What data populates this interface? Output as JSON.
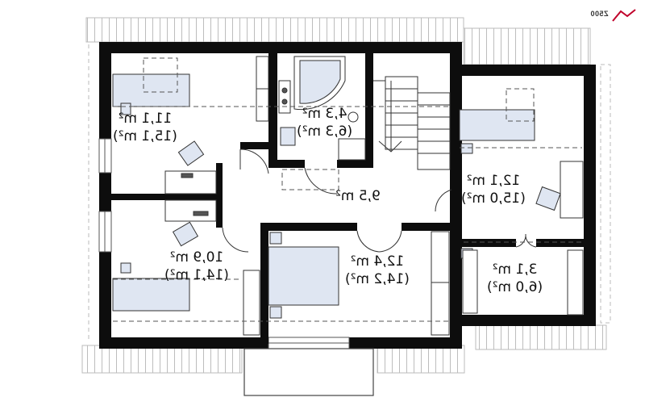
{
  "logo": {
    "text": "Z500",
    "accent_color": "#c0002a"
  },
  "rooms": [
    {
      "id": "bedroom-top-left",
      "area": "11,1 m²",
      "gross": "(15,1 m²)"
    },
    {
      "id": "bathroom",
      "area": "4,3 m²",
      "gross": "(6,3 m²)"
    },
    {
      "id": "hall",
      "area": "9,5 m²",
      "gross": ""
    },
    {
      "id": "bedroom-right",
      "area": "12,1 m²",
      "gross": "(15,0 m²)"
    },
    {
      "id": "bedroom-bottom-left",
      "area": "10,9 m²",
      "gross": "(14,1 m²)"
    },
    {
      "id": "master-bedroom",
      "area": "12,4 m²",
      "gross": "(14,2 m²)"
    },
    {
      "id": "wardrobe",
      "area": "3,1 m²",
      "gross": "(6,0 m²)"
    }
  ],
  "colors": {
    "wall": "#0d0d0d",
    "furniture_fill": "#dfe6f2",
    "roof_hatch": "#cccccc",
    "dashed": "#555555"
  }
}
